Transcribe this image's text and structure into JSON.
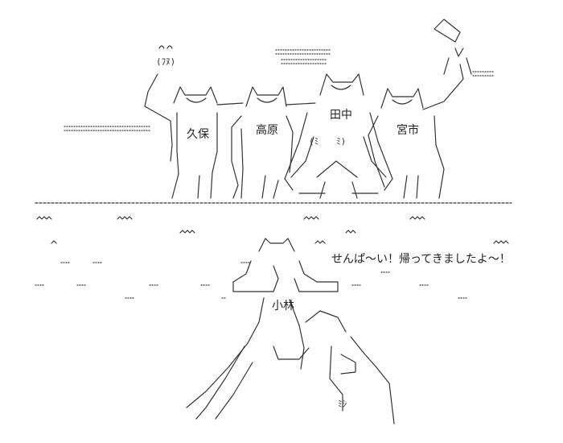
{
  "characters": {
    "kubo": "久保",
    "takahara": "高原",
    "tanaka": "田中",
    "miyaichi": "宮市",
    "kobayashi": "小林"
  },
  "speech": "せんぱ〜い！帰ってきましたよ〜！",
  "sign_text": "(ﾌﾇ)",
  "face_text": "(ﾐ　　ﾐ)",
  "feet_text": "ﾐｼ"
}
